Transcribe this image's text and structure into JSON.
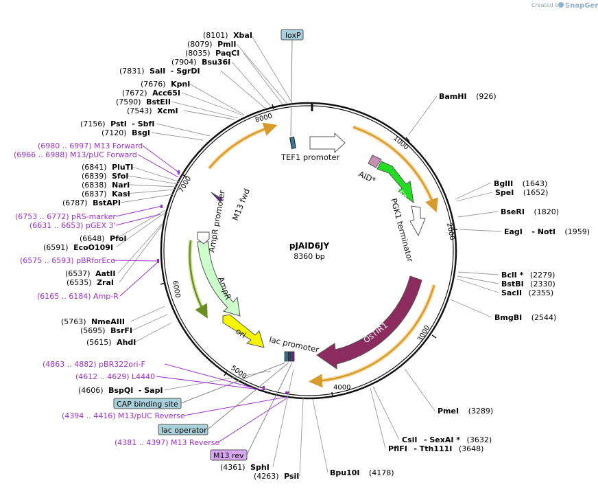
{
  "plasmid": {
    "name": "pJAID6JY",
    "size_label": "8360 bp"
  },
  "branding": {
    "created_by": "Created by",
    "product": "SnapGene"
  },
  "ticks": [
    "1000",
    "2000",
    "3000",
    "4000",
    "5000",
    "6000",
    "7000",
    "8000"
  ],
  "features": {
    "tef1": "TEF1 promoter",
    "aid": "AID*",
    "yegfp": "yeGFP",
    "pgk1": "PGK1 terminator",
    "ostir1": "OsTIR1",
    "lac_promoter": "lac promoter",
    "ori": "ori",
    "ampr": "AmpR",
    "ampr_promoter": "AmpR promoter",
    "m13fwd": "M13 fwd"
  },
  "boxed_features": {
    "loxp": "loxP",
    "cap": "CAP binding site",
    "lacop": "lac operator",
    "m13rev": "M13 rev"
  },
  "left_sites": [
    {
      "pos": "(8101)",
      "name": "XbaI",
      "extra": ""
    },
    {
      "pos": "(8079)",
      "name": "PmlI",
      "extra": ""
    },
    {
      "pos": "(8035)",
      "name": "PaqCI",
      "extra": ""
    },
    {
      "pos": "(7904)",
      "name": "Bsu36I",
      "extra": ""
    },
    {
      "pos": "(7831)",
      "name": "SalI",
      "extra": "- SgrDI"
    },
    {
      "pos": "(7676)",
      "name": "KpnI",
      "extra": ""
    },
    {
      "pos": "(7672)",
      "name": "Acc65I",
      "extra": ""
    },
    {
      "pos": "(7590)",
      "name": "BstEII",
      "extra": ""
    },
    {
      "pos": "(7543)",
      "name": "XcmI",
      "extra": ""
    },
    {
      "pos": "(7156)",
      "name": "PstI",
      "extra": "- SbfI"
    },
    {
      "pos": "(7120)",
      "name": "BsgI",
      "extra": ""
    },
    {
      "pos": "(6841)",
      "name": "PluTI",
      "extra": ""
    },
    {
      "pos": "(6839)",
      "name": "SfoI",
      "extra": ""
    },
    {
      "pos": "(6838)",
      "name": "NarI",
      "extra": ""
    },
    {
      "pos": "(6837)",
      "name": "KasI",
      "extra": ""
    },
    {
      "pos": "(6787)",
      "name": "BstAPI",
      "extra": ""
    },
    {
      "pos": "(6648)",
      "name": "PfoI",
      "extra": ""
    },
    {
      "pos": "(6591)",
      "name": "EcoO109I",
      "extra": ""
    },
    {
      "pos": "(6537)",
      "name": "AatII",
      "extra": ""
    },
    {
      "pos": "(6535)",
      "name": "ZraI",
      "extra": ""
    },
    {
      "pos": "(5763)",
      "name": "NmeAIII",
      "extra": ""
    },
    {
      "pos": "(5695)",
      "name": "BsrFI",
      "extra": ""
    },
    {
      "pos": "(5615)",
      "name": "AhdI",
      "extra": ""
    },
    {
      "pos": "(4606)",
      "name": "BspQI",
      "extra": "- SapI"
    },
    {
      "pos": "(4361)",
      "name": "SphI",
      "extra": ""
    },
    {
      "pos": "(4263)",
      "name": "PsiI",
      "extra": ""
    }
  ],
  "primers": [
    "(6980 .. 6997)  M13 Forward",
    "(6966 .. 6988)  M13/pUC Forward",
    "(6753 .. 6772)  pRS-marker",
    "(6631 .. 6653)  pGEX 3'",
    "(6575 .. 6593)  pBRforEco",
    "(6165 .. 6184)  Amp-R",
    "(4863 .. 4882)  pBR322ori-F",
    "(4612 .. 4629)  L4440",
    "(4394 .. 4416)  M13/pUC Reverse",
    "(4381 .. 4397)  M13 Reverse"
  ],
  "right_sites": [
    {
      "name": "BamHI",
      "pos": "(926)"
    },
    {
      "name": "BglII",
      "pos": "(1643)"
    },
    {
      "name": "SpeI",
      "pos": "(1652)"
    },
    {
      "name": "BseRI",
      "pos": "(1820)"
    },
    {
      "name": "EagI",
      "pos": "(1959)",
      "extra": "- NotI"
    },
    {
      "name": "BclI *",
      "pos": "(2279)"
    },
    {
      "name": "BstBI",
      "pos": "(2330)"
    },
    {
      "name": "SacII",
      "pos": "(2355)"
    },
    {
      "name": "BmgBI",
      "pos": "(2544)"
    },
    {
      "name": "PmeI",
      "pos": "(3289)"
    },
    {
      "name": "CsiI",
      "pos": "(3632)",
      "extra": "- SexAI *"
    },
    {
      "name": "PflFI",
      "pos": "(3648)",
      "extra": "- Tth111I"
    },
    {
      "name": "Bpu10I",
      "pos": "(4178)"
    }
  ],
  "colors": {
    "backbone": "#111111",
    "yegfp": "#22dd22",
    "aid": "#c490b0",
    "ostir1": "#8b2b5e",
    "ori": "#f5f500",
    "ampr": "#ccffcc",
    "orf_arrow": "#d89a2a",
    "orf_arrow_green": "#6b8e23",
    "primer": "#9b30c8",
    "box": "#a9d1dc"
  }
}
